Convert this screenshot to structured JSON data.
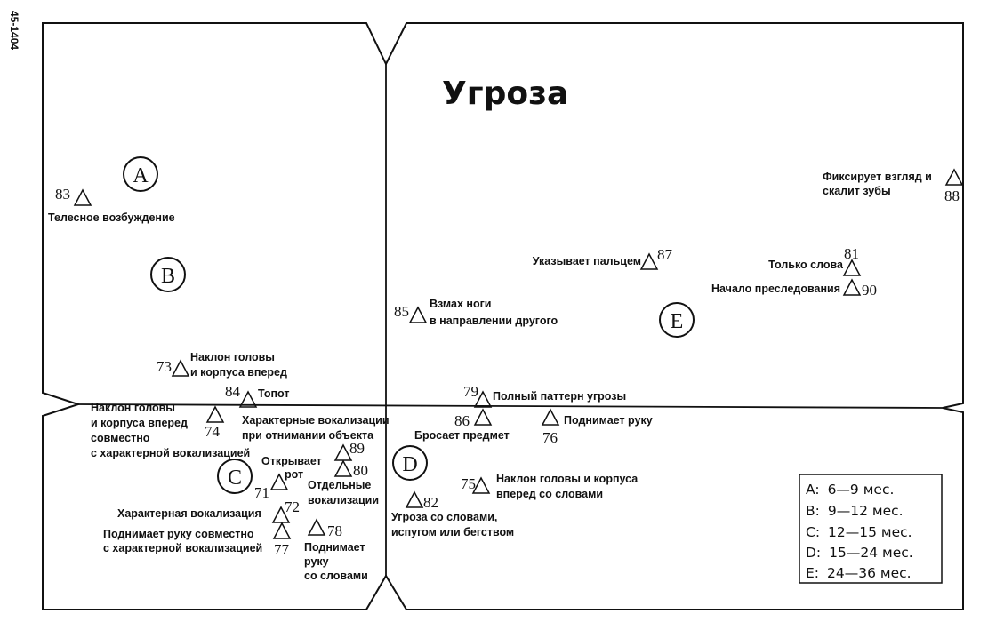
{
  "side_code": "45-1404",
  "title": "Угроза",
  "region_labels": [
    {
      "id": "A",
      "text": "A"
    },
    {
      "id": "B",
      "text": "B"
    },
    {
      "id": "C",
      "text": "C"
    },
    {
      "id": "D",
      "text": "D"
    },
    {
      "id": "E",
      "text": "E"
    }
  ],
  "legend": [
    {
      "key": "A:",
      "value": "6—9 мес."
    },
    {
      "key": "B:",
      "value": "9—12 мес."
    },
    {
      "key": "C:",
      "value": "12—15 мес."
    },
    {
      "key": "D:",
      "value": "15—24 мес."
    },
    {
      "key": "E:",
      "value": "24—36 мес."
    }
  ],
  "items": [
    {
      "num": "83",
      "label": [
        "Телесное возбуждение"
      ]
    },
    {
      "num": "73",
      "label": [
        "Наклон головы",
        "и корпуса вперед"
      ]
    },
    {
      "num": "84",
      "label": [
        "Топот"
      ]
    },
    {
      "num": "74",
      "label": [
        "Наклон головы",
        "и корпуса вперед",
        "совместно",
        "с характерной вокализацией"
      ]
    },
    {
      "num": "89",
      "label": [
        "Характерные вокализации",
        "при отнимании объекта"
      ]
    },
    {
      "num": "80",
      "label": [
        "Отдельные",
        "вокализации"
      ]
    },
    {
      "num": "71",
      "label": [
        "Открывает",
        "рот"
      ]
    },
    {
      "num": "72",
      "label": [
        "Характерная вокализация"
      ]
    },
    {
      "num": "77",
      "label": [
        "Поднимает руку совместно",
        "с характерной вокализацией"
      ]
    },
    {
      "num": "78",
      "label": [
        "Поднимает",
        "руку",
        "со словами"
      ]
    },
    {
      "num": "85",
      "label": [
        "Взмах ноги",
        "в направлении другого"
      ]
    },
    {
      "num": "79",
      "label": [
        "Полный паттерн угрозы"
      ]
    },
    {
      "num": "86",
      "label": [
        "Бросает предмет"
      ]
    },
    {
      "num": "76",
      "label": [
        "Поднимает руку"
      ]
    },
    {
      "num": "75",
      "label": [
        "Наклон головы и корпуса",
        "вперед со словами"
      ]
    },
    {
      "num": "82",
      "label": [
        "Угроза со словами,",
        "испугом или бегством"
      ]
    },
    {
      "num": "87",
      "label": [
        "Указывает пальцем"
      ]
    },
    {
      "num": "81",
      "label": [
        "Только слова"
      ]
    },
    {
      "num": "90",
      "label": [
        "Начало преследования"
      ]
    },
    {
      "num": "88",
      "label": [
        "Фиксирует взгляд и",
        "скалит зубы"
      ]
    }
  ]
}
